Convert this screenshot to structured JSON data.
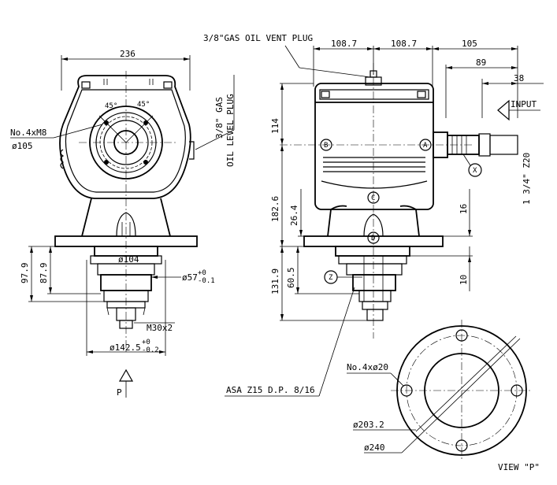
{
  "title": "",
  "front_view": {
    "width_dim": "236",
    "angle_left": "45°",
    "angle_right": "45°",
    "bolt_label": "No.4xM8",
    "bolt_circle": "ø105",
    "level_plug_line1": "3/8\" GAS",
    "level_plug_line2": "OIL LEVEL PLUG",
    "hub_dia": "ø104",
    "shaft_dia": "ø57",
    "shaft_tol_upper": "+0",
    "shaft_tol_lower": "-0.1",
    "height_979": "97.9",
    "height_879": "87.9",
    "thread": "M30x2",
    "flange_dia": "ø142.5",
    "flange_tol_upper": "+0",
    "flange_tol_lower": "-0.2",
    "view_arrow_label": "P"
  },
  "side_view": {
    "vent_plug": "3/8\"GAS OIL VENT PLUG",
    "dim_left": "108.7",
    "dim_right": "108.7",
    "dim_105": "105",
    "dim_89": "89",
    "dim_38": "38",
    "input_label": "INPUT",
    "dim_114": "114",
    "dim_1826": "182.6",
    "dim_264": "26.4",
    "dim_1319": "131.9",
    "dim_605": "60.5",
    "dim_16": "16",
    "dim_10": "10",
    "input_spline": "1 3/4\" Z20",
    "marker_a": "A",
    "marker_b": "B",
    "marker_c": "C",
    "marker_d": "D",
    "marker_x": "X",
    "marker_z": "Z",
    "gear_spec": "ASA Z15 D.P. 8/16"
  },
  "view_p": {
    "hole_label": "No.4xø20",
    "bolt_circle": "ø203.2",
    "outer_dia": "ø240",
    "caption": "VIEW \"P\""
  }
}
